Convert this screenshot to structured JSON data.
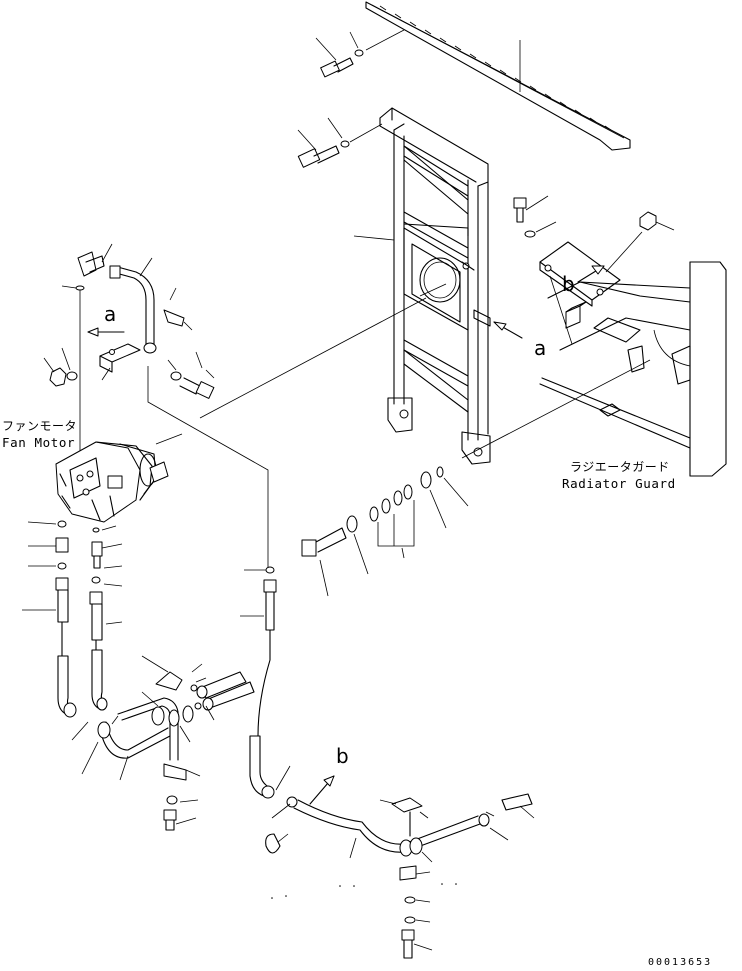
{
  "labels": {
    "fan_motor_jp": "ファンモータ",
    "fan_motor_en": "Fan Motor",
    "radiator_guard_jp": "ラジエータガード",
    "radiator_guard_en": "Radiator Guard",
    "ref_a_upper": "a",
    "ref_a_right": "a",
    "ref_b_right": "b",
    "ref_b_lower": "b"
  },
  "drawing_code": "00013653"
}
